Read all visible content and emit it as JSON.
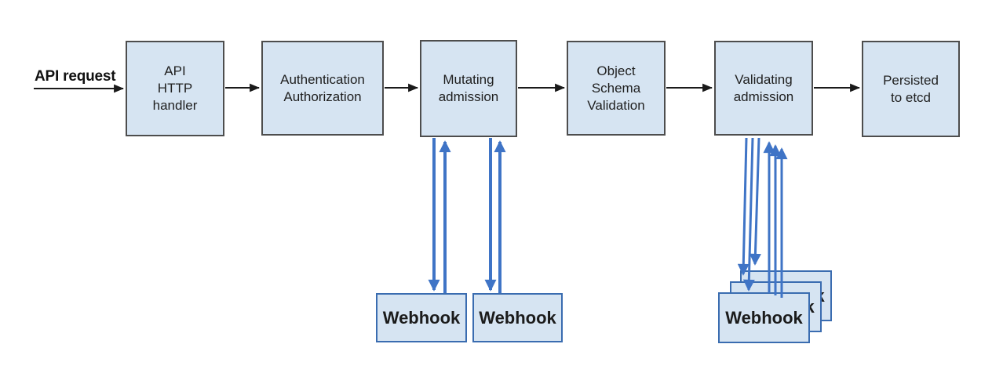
{
  "colors": {
    "box_fill": "#d6e4f2",
    "box_border_gray": "#4d4d4d",
    "webhook_border_blue": "#3a6cb0",
    "arrow_blue": "#3f74c6",
    "arrow_black": "#1a1a1a",
    "text": "#1f1f1f"
  },
  "flow": {
    "input_label": "API request",
    "nodes": [
      {
        "label": "API\nHTTP\nhandler"
      },
      {
        "label": "Authentication\nAuthorization"
      },
      {
        "label": "Mutating\nadmission"
      },
      {
        "label": "Object\nSchema\nValidation"
      },
      {
        "label": "Validating\nadmission"
      },
      {
        "label": "Persisted\nto etcd"
      }
    ]
  },
  "webhooks": {
    "mutating": [
      {
        "label": "Webhook"
      },
      {
        "label": "Webhook"
      }
    ],
    "validating": [
      {
        "label": "Webhook"
      },
      {
        "label": "Webhook"
      },
      {
        "label": "Webhook"
      }
    ]
  }
}
